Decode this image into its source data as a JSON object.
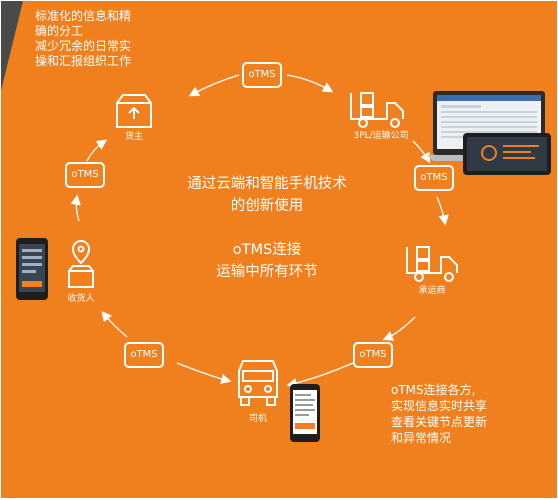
{
  "intro": {
    "lines": [
      "标准化的信息和精",
      "确的分工",
      "减少冗余的日常实",
      "操和汇报组织工作"
    ]
  },
  "center": {
    "line1": "通过云端和智能手机技术",
    "line2": "的创新使用",
    "line3": "oTMS连接",
    "line4": "运输中所有环节"
  },
  "nodes": {
    "shipper": "货主",
    "carrier3pl": "3PL/运输公司",
    "subcontractor": "承运商",
    "driver": "司机",
    "consignee": "收货人"
  },
  "badge_label": "oTMS",
  "note": {
    "lines": [
      "oTMS连接各方,",
      "实现信息实时共享",
      "查看关键节点更新",
      "和异常情况"
    ]
  },
  "colors": {
    "background": "#f07f1e",
    "corner": "#4a4a4a",
    "foreground": "#ffffff"
  }
}
